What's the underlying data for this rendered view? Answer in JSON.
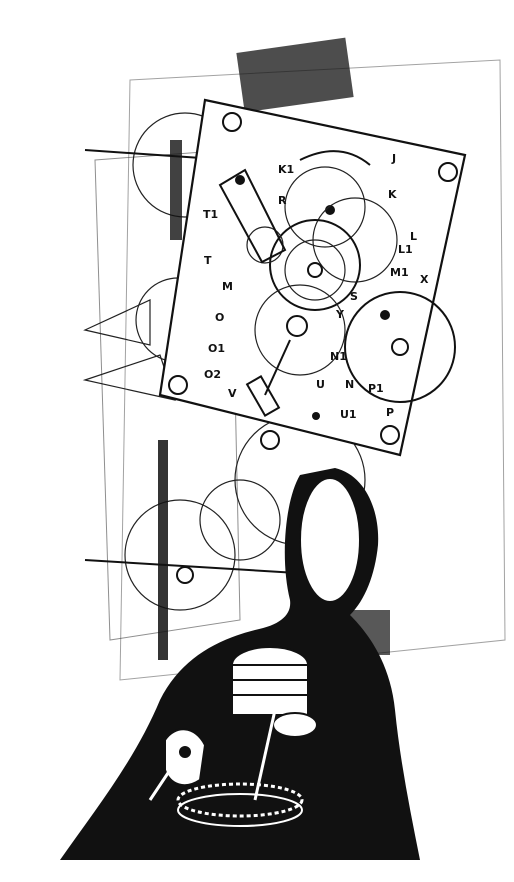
{
  "artwork": {
    "colors": {
      "ink": "#111111",
      "paper": "#ffffff"
    },
    "diagram_labels": [
      {
        "id": "J",
        "text": "J"
      },
      {
        "id": "K1",
        "text": "K1"
      },
      {
        "id": "K",
        "text": "K"
      },
      {
        "id": "T1",
        "text": "T1"
      },
      {
        "id": "R",
        "text": "R"
      },
      {
        "id": "L",
        "text": "L"
      },
      {
        "id": "L1",
        "text": "L1"
      },
      {
        "id": "T",
        "text": "T"
      },
      {
        "id": "M",
        "text": "M"
      },
      {
        "id": "M1",
        "text": "M1"
      },
      {
        "id": "S",
        "text": "S"
      },
      {
        "id": "X",
        "text": "X"
      },
      {
        "id": "O",
        "text": "O"
      },
      {
        "id": "Y",
        "text": "Y"
      },
      {
        "id": "O1",
        "text": "O1"
      },
      {
        "id": "O2",
        "text": "O2"
      },
      {
        "id": "N1",
        "text": "N1"
      },
      {
        "id": "N",
        "text": "N"
      },
      {
        "id": "U",
        "text": "U"
      },
      {
        "id": "P1",
        "text": "P1"
      },
      {
        "id": "P",
        "text": "P"
      },
      {
        "id": "V",
        "text": "V"
      },
      {
        "id": "U1",
        "text": "U1"
      }
    ]
  }
}
